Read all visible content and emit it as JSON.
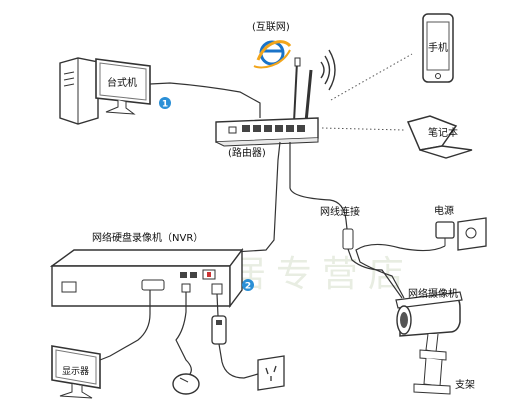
{
  "labels": {
    "internet": "(互联网)",
    "phone": "手机",
    "desktop": "台式机",
    "laptop": "笔记本",
    "router": "(路由器)",
    "cable_connection": "网线连接",
    "power": "电源",
    "nvr": "网络硬盘录像机（NVR）",
    "camera": "网络摄像机",
    "monitor": "显示器",
    "bracket": "支架"
  },
  "badges": {
    "badge_1": "1",
    "badge_2": "2"
  },
  "watermark": "监控安居专营店",
  "colors": {
    "line": "#333333",
    "badge": "#2a8fd6",
    "internet_blue": "#1a73c8",
    "internet_orange": "#f2a51b",
    "watermark": "#e8ede2"
  }
}
